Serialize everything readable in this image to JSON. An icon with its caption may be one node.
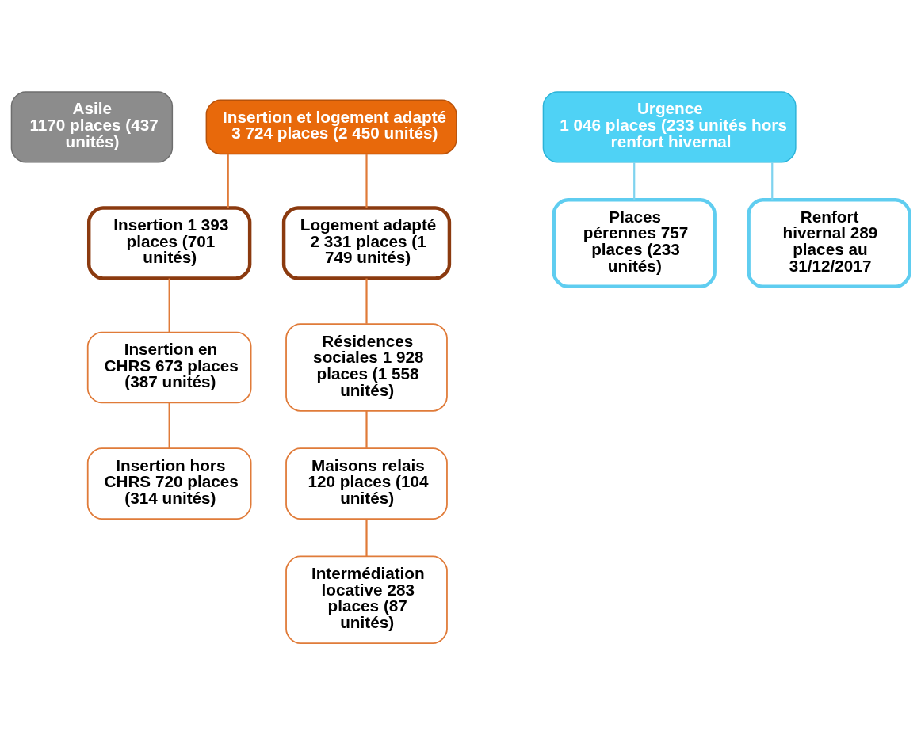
{
  "diagram": {
    "nodes": [
      {
        "text": [
          "Asile",
          "1170 places (437 unités)"
        ]
      },
      {
        "text": [
          "Insertion et logement adapté",
          "3 724 places (2 450 unités)"
        ]
      },
      {
        "text": [
          "Urgence",
          "1 046 places (233 unités hors renfort hivernal"
        ]
      },
      {
        "text": [
          "Insertion 1 393 places (701 unités)"
        ]
      },
      {
        "text": [
          "Logement adapté 2 331 places (1 749 unités)"
        ]
      },
      {
        "text": [
          "Places pérennes 757 places (233 unités)"
        ]
      },
      {
        "text": [
          "Renfort hivernal 289 places au 31/12/2017"
        ]
      },
      {
        "text": [
          "Insertion en CHRS 673 places (387 unités)"
        ]
      },
      {
        "text": [
          "Insertion hors CHRS 720 places (314 unités)"
        ]
      },
      {
        "text": [
          "Résidences sociales 1 928 places (1 558 unités)"
        ]
      },
      {
        "text": [
          "Maisons relais 120 places (104 unités)"
        ]
      },
      {
        "text": [
          "Intermédiation locative 283 places (87 unités)"
        ]
      }
    ],
    "edges": [
      {
        "from": 1,
        "to": 3,
        "arrow": "none"
      },
      {
        "from": 1,
        "to": 4,
        "arrow": "none"
      },
      {
        "from": 2,
        "to": 5,
        "arrow": "none",
        "color": "#7fd3ef"
      },
      {
        "from": 2,
        "to": 6,
        "arrow": "none",
        "color": "#7fd3ef"
      },
      {
        "from": 3,
        "to": 7,
        "arrow": "none"
      },
      {
        "from": 7,
        "to": 8,
        "arrow": "none"
      },
      {
        "from": 4,
        "to": 9,
        "arrow": "none"
      },
      {
        "from": 9,
        "to": 10,
        "arrow": "none"
      },
      {
        "from": 10,
        "to": 11,
        "arrow": "none"
      }
    ]
  }
}
